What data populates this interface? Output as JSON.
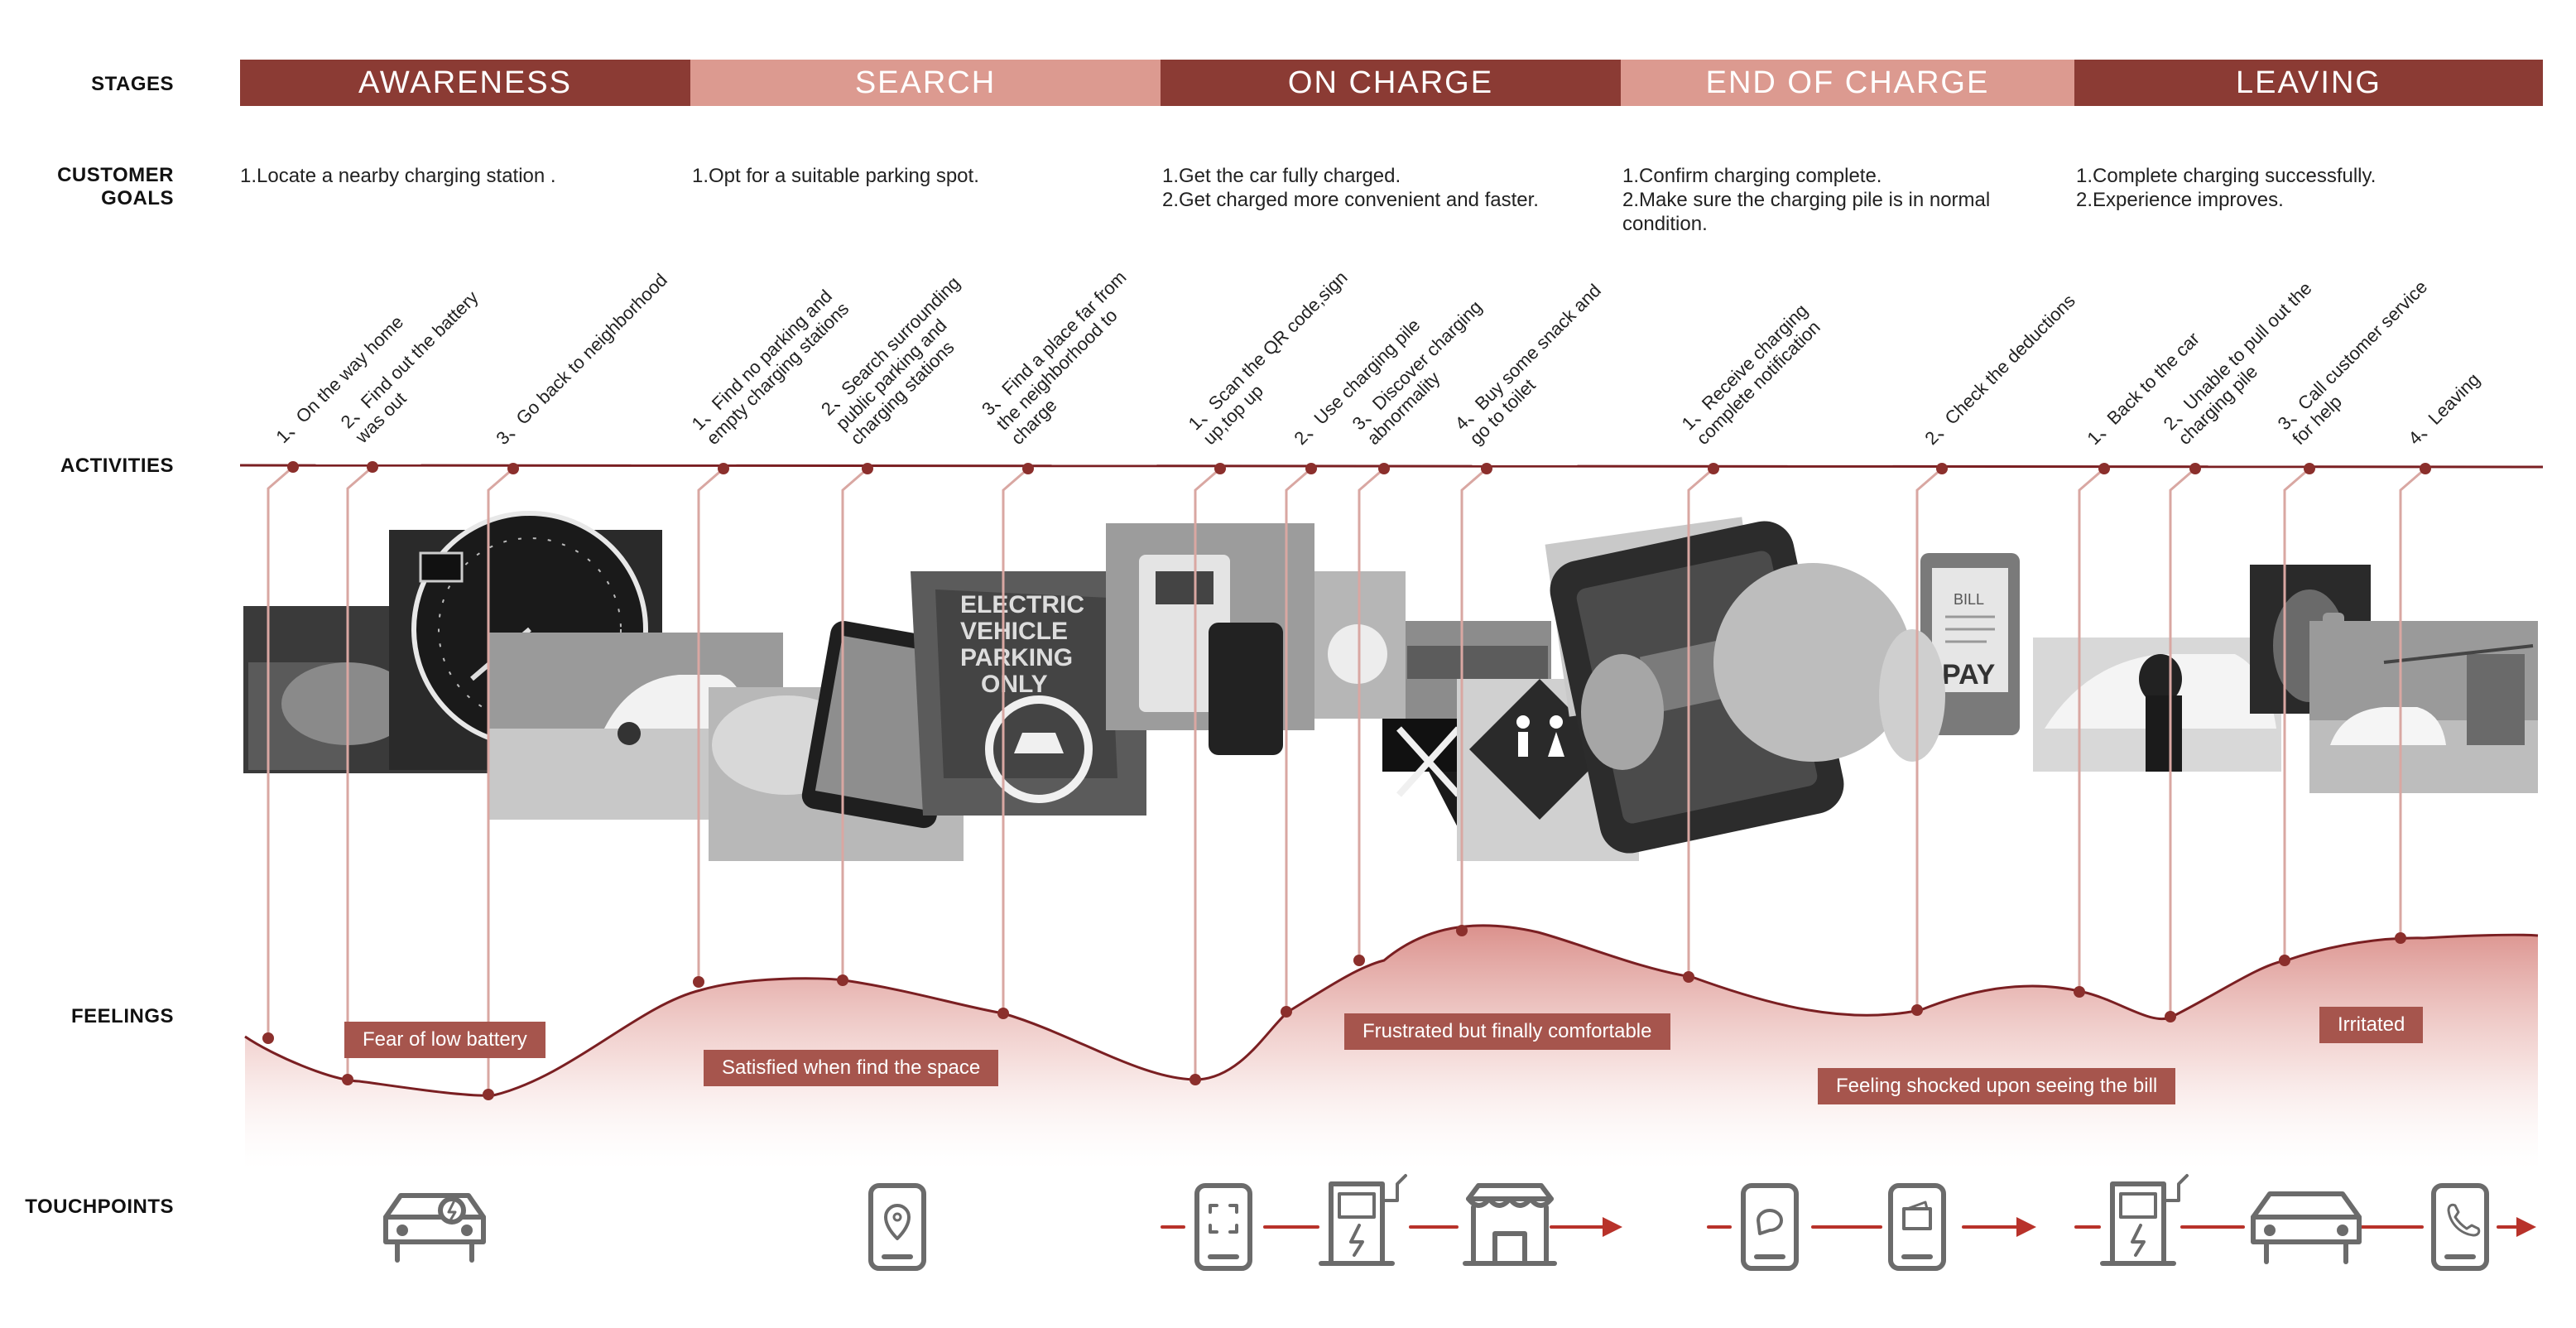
{
  "labels": {
    "stages": "STAGES",
    "goals": [
      "CUSTOMER",
      "GOALS"
    ],
    "activities": "ACTIVITIES",
    "feelings": "FEELINGS",
    "touchpoints": "TOUCHPOINTS"
  },
  "stages": [
    {
      "name": "AWARENESS",
      "tone": "dark"
    },
    {
      "name": "SEARCH",
      "tone": "light"
    },
    {
      "name": "ON CHARGE",
      "tone": "dark"
    },
    {
      "name": "END OF CHARGE",
      "tone": "light"
    },
    {
      "name": "LEAVING",
      "tone": "dark"
    }
  ],
  "goals": [
    [
      "1.Locate a nearby charging station ."
    ],
    [
      "1.Opt for a suitable parking spot."
    ],
    [
      "1.Get the car fully charged.",
      "2.Get charged more convenient and faster."
    ],
    [
      "1.Confirm charging complete.",
      "2.Make sure the charging pile is in normal",
      "condition."
    ],
    [
      "1.Complete charging successfully.",
      "2.Experience improves."
    ]
  ],
  "activities": [
    [
      "1、On the way home"
    ],
    [
      "2、Find out the battery",
      "was out"
    ],
    [
      "3、Go back to neighborhood"
    ],
    [
      "1、Find no parking and",
      "empty charging stations"
    ],
    [
      "2、Search surrounding",
      "public parking and",
      "charging stations"
    ],
    [
      "3、Find a place far from",
      "the neighborhood to",
      "charge"
    ],
    [
      "1、Scan the QR code,sign",
      "up,top up"
    ],
    [
      "2、Use charging pile"
    ],
    [
      "3、Discover charging",
      "abnormality"
    ],
    [
      "4、Buy some snack and",
      "go to toilet"
    ],
    [
      "1、Receive charging",
      "complete notification"
    ],
    [
      "2、Check the deductions"
    ],
    [
      "1、Back to the car"
    ],
    [
      "2、Unable to pull out the",
      "charging pile"
    ],
    [
      "3、Call customer service",
      "for help"
    ],
    [
      "4、Leaving"
    ]
  ],
  "feelings": [
    "Fear of low battery",
    "Satisfied when find the space",
    "Frustrated but finally comfortable",
    "Feeling shocked upon seeing the bill",
    "Irritated"
  ],
  "photo_labels": {
    "parking_sign": [
      "ELECTRIC",
      "VEHICLE",
      "PARKING",
      "ONLY"
    ],
    "bill": "BILL",
    "pay": "PAY"
  },
  "touchpoint_icons": [
    "car-charging-icon",
    "phone-location-icon",
    "phone-scan-icon",
    "charging-pile-icon",
    "store-icon",
    "phone-message-icon",
    "phone-wallet-icon",
    "charging-pile-icon",
    "car-icon",
    "phone-call-icon"
  ],
  "colors": {
    "stage_dark": "#8b3b34",
    "stage_light": "#dc9a90",
    "curve": "#7a1f22",
    "feeling_label": "#a6554d",
    "icon": "#6b6b6b",
    "arrow": "#b8322a"
  }
}
